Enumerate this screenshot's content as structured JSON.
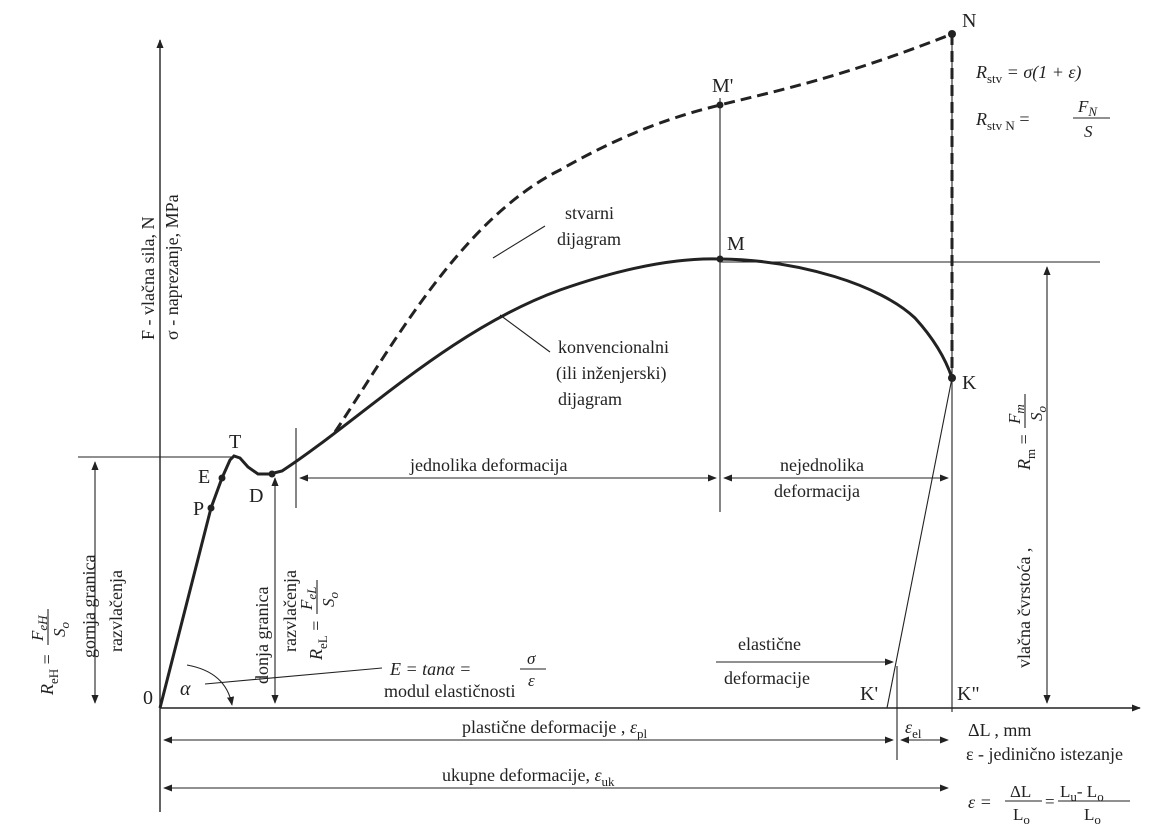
{
  "diagram": {
    "y_axis_label_1": "F - vlačna sila, N",
    "y_axis_label_2": "σ - naprezanje, MPa",
    "x_axis_unit": "ΔL , mm",
    "strain_label": "ε - jedinično istezanje",
    "points": {
      "origin": "0",
      "P": "P",
      "E": "E",
      "T": "T",
      "D": "D",
      "M": "M",
      "M_prime": "M'",
      "N": "N",
      "K": "K",
      "K_prime": "K'",
      "K_double_prime": "K\""
    },
    "curves": {
      "true_diagram_1": "stvarni",
      "true_diagram_2": "dijagram",
      "conv_1": "konvencionalni",
      "conv_2": "(ili inženjerski)",
      "conv_3": "dijagram"
    },
    "regions": {
      "uniform": "jednolika deformacija",
      "nonuniform_1": "nejednolika",
      "nonuniform_2": "deformacija",
      "elastic_1": "elastične",
      "elastic_2": "deformacije",
      "plastic": "plastične deformacije ,",
      "plastic_symbol": "ε",
      "plastic_sub": "pl",
      "el_symbol": "ε",
      "el_sub": "el",
      "total": "ukupne deformacije,",
      "total_symbol": "ε",
      "total_sub": "uk"
    },
    "modulus": {
      "formula_left": "E = tanα =",
      "num": "σ",
      "den": "ε",
      "caption": "modul elastičnosti",
      "alpha": "α"
    },
    "upper_yield": {
      "R": "R",
      "sub": "eH",
      "num": "F",
      "num_sub": "eH",
      "den": "S",
      "den_sub": "o",
      "caption_1": "gornja granica",
      "caption_2": "razvlačenja"
    },
    "lower_yield": {
      "caption_1": "donja granica",
      "caption_2": "razvlačenja",
      "R": "R",
      "sub": "eL",
      "num": "F",
      "num_sub": "eL",
      "den": "S",
      "den_sub": "o"
    },
    "tensile": {
      "caption": "vlačna čvrstoća ,",
      "R": "R",
      "sub": "m",
      "num": "F",
      "num_sub": "m",
      "den": "S",
      "den_sub": "o"
    },
    "true_stress": {
      "R": "R",
      "sub": "stv",
      "rhs": "= σ(1 + ε)",
      "R2": "R",
      "sub2": "stv N",
      "num": "F",
      "num_sub": "N",
      "den": "S"
    },
    "strain_formula": {
      "eps": "ε =",
      "num1": "ΔL",
      "den1": "L",
      "den1_sub": "o",
      "num2": "L",
      "num2_sub": "u",
      "num2_rest": "- L",
      "num2_sub2": "o",
      "den2": "L",
      "den2_sub": "o"
    }
  }
}
